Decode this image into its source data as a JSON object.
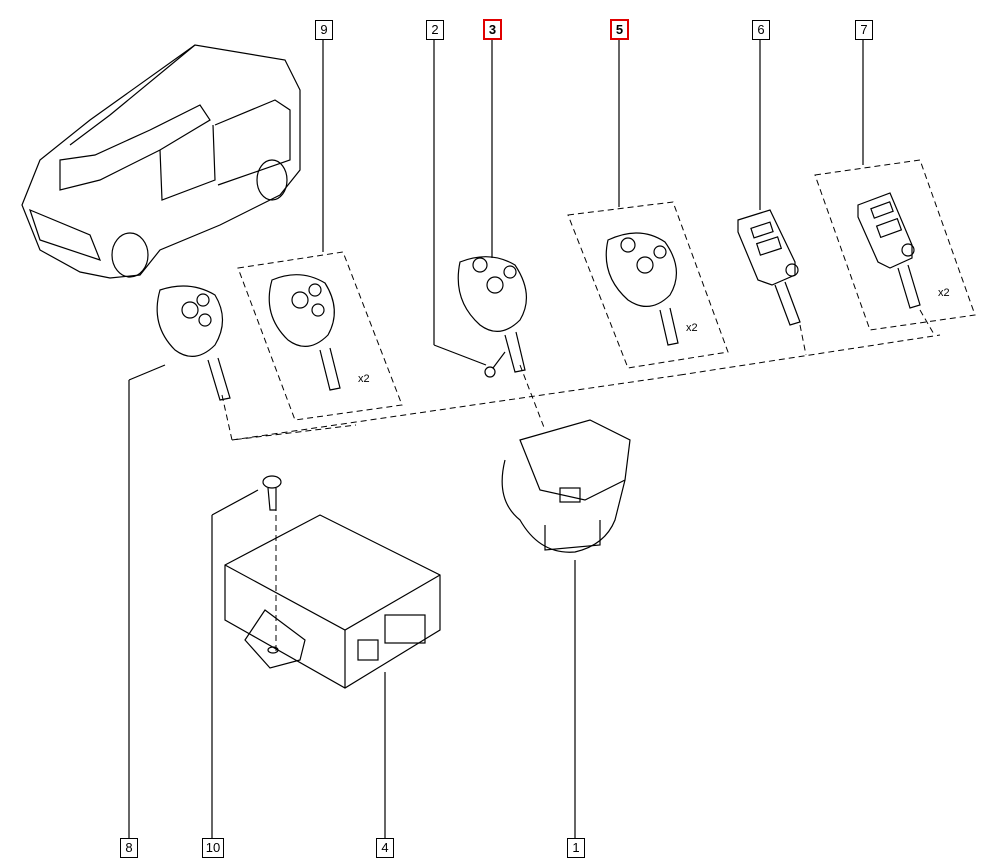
{
  "diagram": {
    "labels": {
      "p1": "1",
      "p2": "2",
      "p3": "3",
      "p4": "4",
      "p5": "5",
      "p6": "6",
      "p7": "7",
      "p8": "8",
      "p9": "9",
      "p10": "10"
    },
    "highlighted": [
      "3",
      "5"
    ],
    "quantities": {
      "q9": "x2",
      "q5": "x2",
      "q7": "x2"
    },
    "highlight_color": "#e00000"
  }
}
